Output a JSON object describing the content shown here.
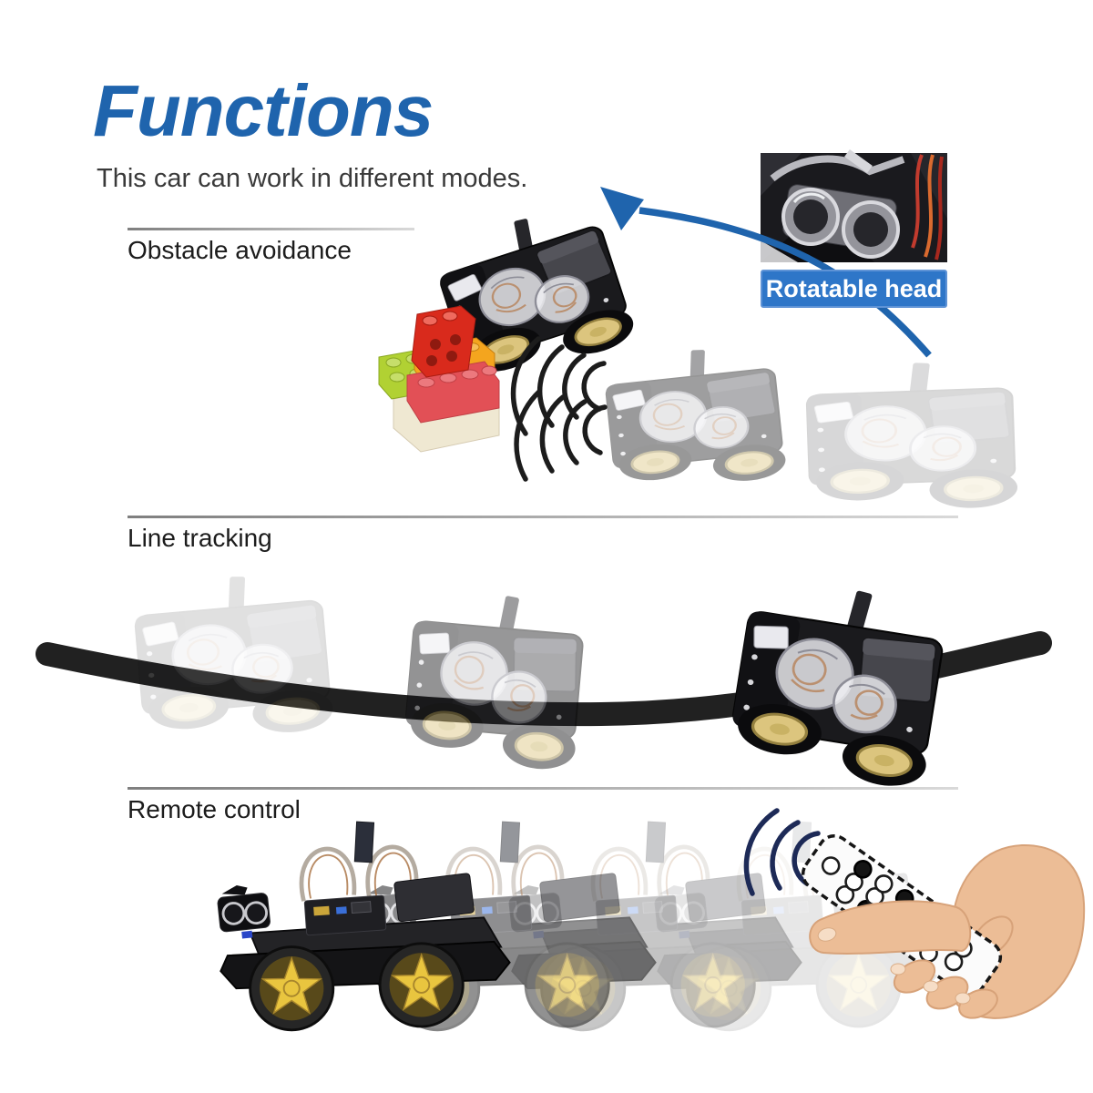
{
  "theme": {
    "accent-blue": "#1f64ad",
    "badge-blue": "#2e76c8",
    "text-dark": "#1c1c1c",
    "wave-black": "#1c1c1c",
    "wave-navy": "#1d2a57",
    "track-black": "#212121",
    "wheel-yellow": "#e9c53f",
    "wheel-tan": "#dcc57e",
    "lego-red": "#d92a1c",
    "lego-green": "#b1d133",
    "lego-yellow": "#f4a51e",
    "lego-pink": "#e25056",
    "skin": "#ecbd96"
  },
  "header": {
    "title": "Functions",
    "subtitle": "This car can work in different modes."
  },
  "sections": {
    "obstacle": {
      "label": "Obstacle avoidance"
    },
    "line_tracking": {
      "label": "Line tracking"
    },
    "remote": {
      "label": "Remote control"
    }
  },
  "callout": {
    "label": "Rotatable head"
  },
  "icons": {
    "ultrasonic_sensor_photo": "ultrasonic-sensor-photo",
    "curved_arrow": "curved-arrow-icon",
    "sonar_waves": "sonar-waves-icon",
    "ir_waves": "ir-signal-waves-icon",
    "lego_obstacle": "lego-obstacle-icon",
    "track_line": "track-line-icon",
    "robot_car_top": "robot-car-top-icon",
    "robot_car_side": "robot-car-side-icon",
    "remote_control": "remote-control-icon",
    "hand": "hand-icon"
  }
}
